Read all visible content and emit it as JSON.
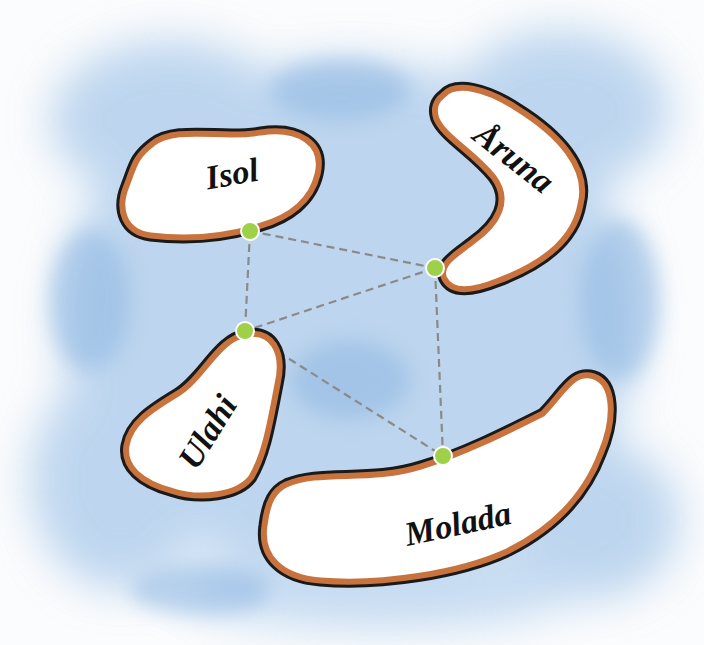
{
  "diagram": {
    "nodes": [
      {
        "text": [
          "Isol"
        ]
      },
      {
        "text": [
          "Åruna"
        ]
      },
      {
        "text": [
          "Ulahi"
        ]
      },
      {
        "text": [
          "Molada"
        ]
      }
    ],
    "edges": [
      {
        "from": 0,
        "to": 1,
        "arrow": "none"
      },
      {
        "from": 0,
        "to": 2,
        "arrow": "none"
      },
      {
        "from": 1,
        "to": 2,
        "arrow": "none"
      },
      {
        "from": 1,
        "to": 3,
        "arrow": "none"
      },
      {
        "from": 2,
        "to": 3,
        "arrow": "none"
      }
    ]
  }
}
